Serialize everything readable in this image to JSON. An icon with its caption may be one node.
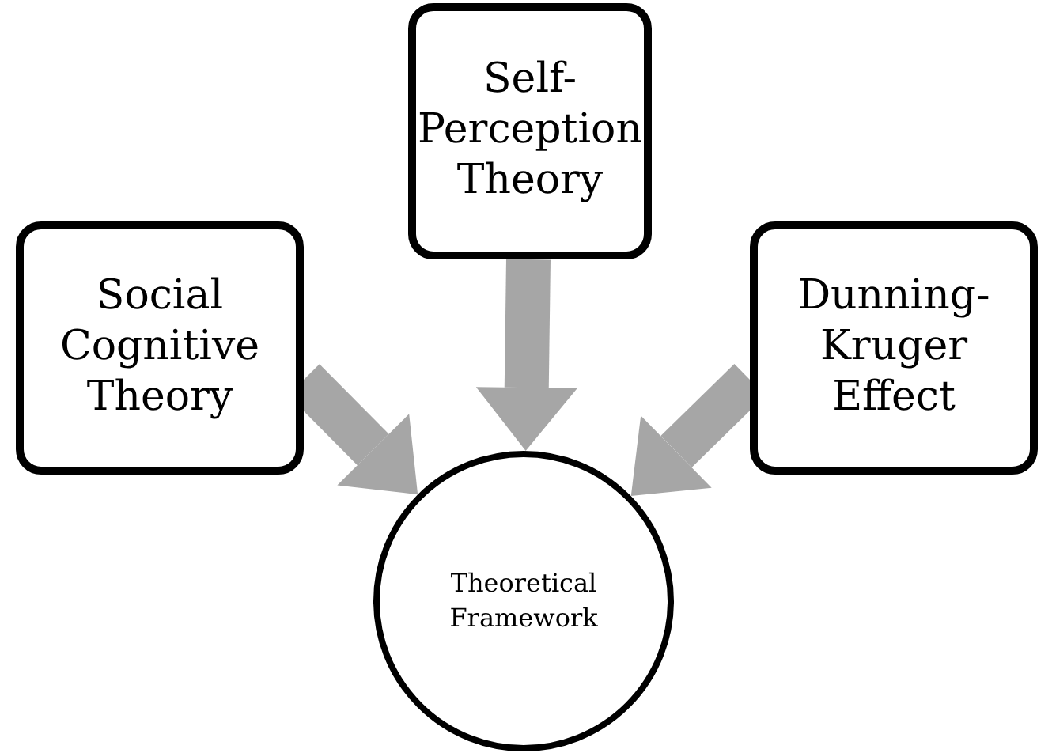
{
  "diagram": {
    "nodes": [
      {
        "text": [
          "Social Cognitive Theory"
        ]
      },
      {
        "text": [
          "Self-Perception Theory"
        ]
      },
      {
        "text": [
          "Dunning-Kruger Effect"
        ]
      },
      {
        "text": [
          "Theoretical Framework"
        ]
      }
    ],
    "edges": [
      {
        "from": 0,
        "to": 3,
        "arrow": "to"
      },
      {
        "from": 1,
        "to": 3,
        "arrow": "to"
      },
      {
        "from": 2,
        "to": 3,
        "arrow": "to"
      }
    ]
  }
}
